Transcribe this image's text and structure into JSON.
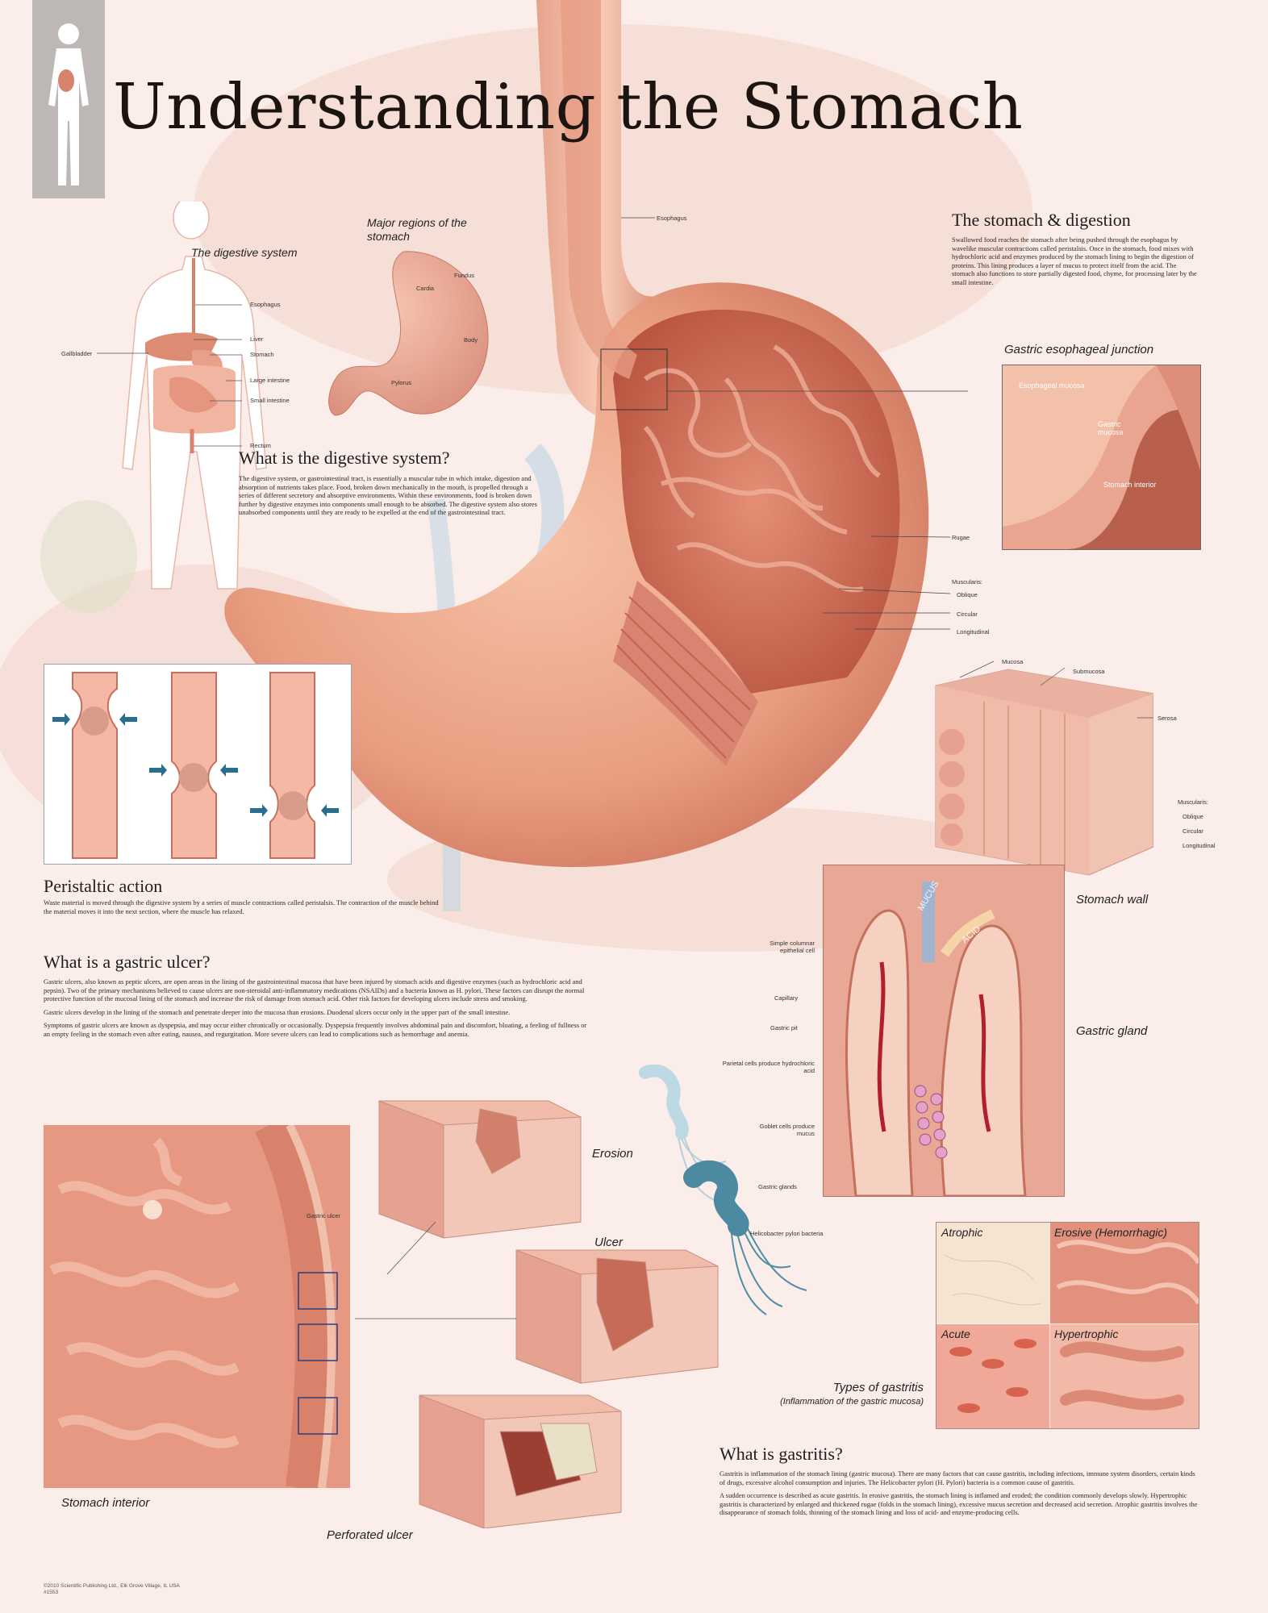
{
  "title": "Understanding the Stomach",
  "digestive_system": {
    "caption": "The digestive system",
    "labels": [
      "Esophagus",
      "Liver",
      "Stomach",
      "Large intestine",
      "Small intestine",
      "Rectum",
      "Gallbladder"
    ]
  },
  "major_regions": {
    "caption": "Major regions of the stomach",
    "labels": [
      "Fundus",
      "Cardia",
      "Body",
      "Pylorus"
    ]
  },
  "what_is_digestive": {
    "heading": "What is the digestive system?",
    "text": "The digestive system, or gastrointestinal tract, is essentially a muscular tube in which intake, digestion and absorption of nutrients takes place. Food, broken down mechanically in the mouth, is propelled through a series of different secretory and absorptive environments. Within these environments, food is broken down further by digestive enzymes into components small enough to be absorbed. The digestive system also stores unabsorbed components until they are ready to be expelled at the end of the gastrointestinal tract."
  },
  "stomach_digestion": {
    "heading": "The stomach & digestion",
    "text": "Swallowed food reaches the stomach after being pushed through the esophagus by wavelike muscular contractions called peristalsis. Once in the stomach, food mixes with hydrochloric acid and enzymes produced by the stomach lining to begin the digestion of proteins. This lining produces a layer of mucus to protect itself from the acid. The stomach also functions to store partially digested food, chyme, for processing later by the small intestine."
  },
  "main_labels": {
    "esophagus": "Esophagus",
    "rugae": "Rugae",
    "muscularis": "Muscularis:",
    "oblique": "Oblique",
    "circular": "Circular",
    "longitudinal": "Longitudinal"
  },
  "gej": {
    "caption": "Gastric esophageal junction",
    "labels": [
      "Esophageal mucosa",
      "Gastric mucosa",
      "Stomach interior"
    ]
  },
  "stomach_wall": {
    "caption": "Stomach wall",
    "labels": [
      "Mucosa",
      "Submucosa",
      "Serosa",
      "Muscularis:",
      "Oblique",
      "Circular",
      "Longitudinal"
    ]
  },
  "gastric_gland": {
    "caption": "Gastric gland",
    "mucus": "MUCUS",
    "acid": "ACID",
    "labels": [
      "Simple columnar epithelial cell",
      "Capillary",
      "Gastric pit",
      "Parietal cells produce hydrochloric acid",
      "Goblet cells produce mucus",
      "Gastric glands"
    ]
  },
  "peristaltic": {
    "heading": "Peristaltic action",
    "text": "Waste material is moved through the digestive system by a series of muscle contractions called peristalsis. The contraction of the muscle behind the material moves it into the next section, where the muscle has relaxed."
  },
  "gastric_ulcer": {
    "heading": "What is a gastric ulcer?",
    "p1": "Gastric ulcers, also known as peptic ulcers, are open areas in the lining of the gastrointestinal mucosa that have been injured by stomach acids and digestive enzymes (such as hydrochloric acid and pepsin). Two of the primary mechanisms believed to cause ulcers are non-steroidal anti-inflammatory medications (NSAIDs) and a bacteria known as H. pylori. These factors can disrupt the normal protective function of the mucosal lining of the stomach and increase the risk of damage from stomach acid. Other risk factors for developing ulcers include stress and smoking.",
    "p2": "Gastric ulcers develop in the lining of the stomach and penetrate deeper into the mucosa than erosions. Duodenal ulcers occur only in the upper part of the small intestine.",
    "p3": "Symptoms of gastric ulcers are known as dyspepsia, and may occur either chronically or occasionally. Dyspepsia frequently involves abdominal pain and discomfort, bloating, a feeling of fullness or an empty feeling in the stomach even after eating, nausea, and regurgitation. More severe ulcers can lead to complications such as hemorrhage and anemia."
  },
  "ulcer_panel": {
    "stomach_interior": "Stomach interior",
    "gastric_ulcer_label": "Gastric ulcer",
    "erosion": "Erosion",
    "ulcer": "Ulcer",
    "perforated": "Perforated ulcer",
    "bacteria": "Helicobacter pylori bacteria"
  },
  "gastritis_types": {
    "caption": "Types of gastritis",
    "subcaption": "(Inflammation of the gastric mucosa)",
    "cells": [
      "Atrophic",
      "Erosive (Hemorrhagic)",
      "Acute",
      "Hypertrophic"
    ]
  },
  "gastritis": {
    "heading": "What is gastritis?",
    "p1": "Gastritis is inflammation of the stomach lining (gastric mucosa). There are many factors that can cause gastritis, including infections, immune system disorders, certain kinds of drugs, excessive alcohol consumption and injuries. The Helicobacter pylori (H. Pylori) bacteria is a common cause of gastritis.",
    "p2": "A sudden occurrence is described as acute gastritis. In erosive gastritis, the stomach lining is inflamed and eroded; the condition commonly develops slowly. Hypertrophic gastritis is characterized by enlarged and thickened rugae (folds in the stomach lining), excessive mucus secretion and decreased acid secretion. Atrophic gastritis involves the disappearance of stomach folds, thinning of the stomach lining and loss of acid- and enzyme-producing cells."
  },
  "copyright": "©2010 Scientific Publishing Ltd., Elk Grove Village, IL USA",
  "catalog": "#1553",
  "colors": {
    "background": "#fbeeea",
    "tissue": "#e9a08a",
    "tissue_dark": "#c86a58",
    "frame": "#2d3e7a"
  }
}
